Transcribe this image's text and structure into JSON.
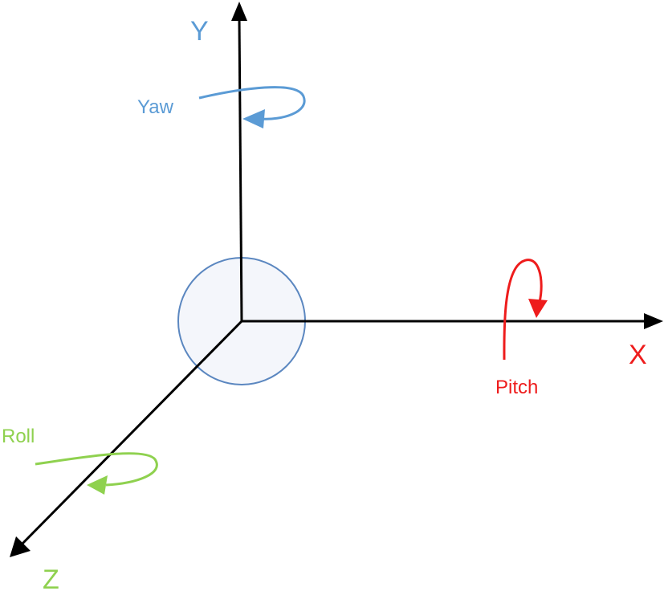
{
  "axes": {
    "x": {
      "label": "X",
      "color": "#ee1c1c"
    },
    "y": {
      "label": "Y",
      "color": "#5b9bd5"
    },
    "z": {
      "label": "Z",
      "color": "#8fd14f"
    }
  },
  "rotations": {
    "yaw": {
      "label": "Yaw",
      "color": "#5b9bd5"
    },
    "pitch": {
      "label": "Pitch",
      "color": "#ee1c1c"
    },
    "roll": {
      "label": "Roll",
      "color": "#8fd14f"
    }
  },
  "origin_body": {
    "fill": "#f4f6fb",
    "stroke": "#5b87c0"
  },
  "axis_line_color": "#000000"
}
